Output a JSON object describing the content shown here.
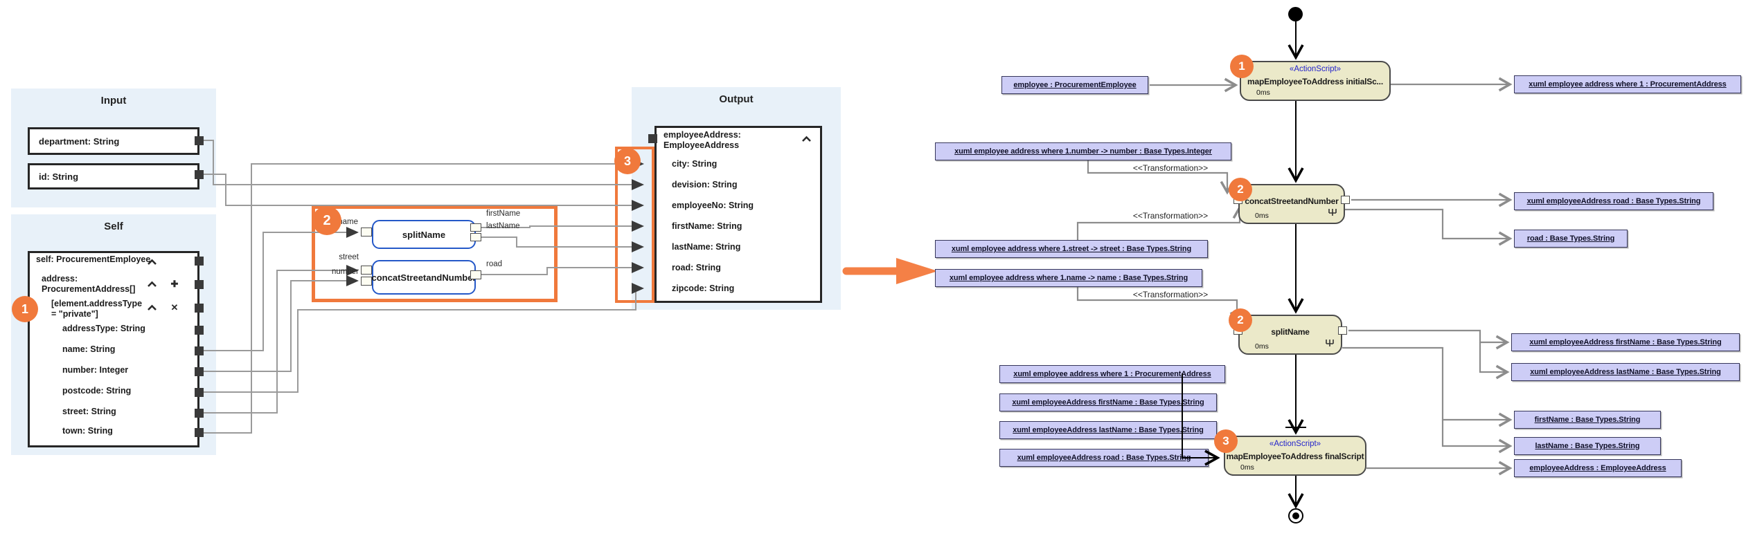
{
  "colors": {
    "accent_orange": "#f0793c",
    "panel_blue": "#e8f1f9",
    "node_fill": "#ebe9c9",
    "object_fill": "#cdcdf6",
    "actionscript_blue": "#2222cc",
    "wire_gray": "#9a9a9a"
  },
  "mapping": {
    "input_panel": {
      "title": "Input",
      "fields": [
        "department: String",
        "id: String"
      ]
    },
    "self_panel": {
      "title": "Self",
      "badge": "1",
      "rows": [
        "self: ProcurementEmployee",
        "address:\nProcurementAddress[]",
        "[element.addressType\n= \"private\"]",
        "addressType: String",
        "name: String",
        "number: Integer",
        "postcode: String",
        "street: String",
        "town: String"
      ]
    },
    "functions_group": {
      "badge": "2",
      "items": [
        {
          "name": "splitName",
          "inputs": [
            "name"
          ],
          "outputs": [
            "firstName",
            "lastName"
          ]
        },
        {
          "name": "concatStreetandNumber",
          "inputs": [
            "street",
            "number"
          ],
          "outputs": [
            "road"
          ]
        }
      ]
    },
    "output_panel": {
      "title": "Output",
      "badge": "3",
      "header": "employeeAddress:\nEmployeeAddress",
      "fields": [
        "city: String",
        "devision: String",
        "employeeNo: String",
        "firstName: String",
        "lastName: String",
        "road: String",
        "zipcode: String"
      ]
    }
  },
  "activity": {
    "edge_label": "<<Transformation>>",
    "nodes": [
      {
        "badge": "1",
        "stereotype": "«ActionScript»",
        "name": "mapEmployeeToAddress initialSc...",
        "duration": "0ms"
      },
      {
        "badge": "2",
        "stereotype": "",
        "name": "concatStreetandNumber",
        "duration": "0ms"
      },
      {
        "badge": "2",
        "stereotype": "",
        "name": "splitName",
        "duration": "0ms"
      },
      {
        "badge": "3",
        "stereotype": "«ActionScript»",
        "name": "mapEmployeeToAddress finalScript",
        "duration": "0ms"
      }
    ],
    "objects": {
      "employee_in": "employee : ProcurementEmployee",
      "where1_top": "xuml employee address where 1 : ProcurementAddress",
      "number_transform": "xuml employee address where 1.number -> number : Base Types.Integer",
      "street_transform": "xuml employee address where 1.street -> street : Base Types.String",
      "name_transform": "xuml employee address where 1.name -> name : Base Types.String",
      "road_xuml": "xuml employeeAddress road : Base Types.String",
      "road_bt": "road : Base Types.String",
      "firstName_xuml": "xuml employeeAddress firstName : Base Types.String",
      "lastName_xuml": "xuml employeeAddress lastName : Base Types.String",
      "firstName_bt": "firstName : Base Types.String",
      "lastName_bt": "lastName : Base Types.String",
      "where1_bottom": "xuml employee address where 1 : ProcurementAddress",
      "firstName_xuml_b": "xuml employeeAddress firstName : Base Types.String",
      "lastName_xuml_b": "xuml employeeAddress lastName : Base Types.String",
      "road_xuml_b": "xuml employeeAddress road : Base Types.String",
      "employeeAddress_out": "employeeAddress : EmployeeAddress"
    }
  }
}
